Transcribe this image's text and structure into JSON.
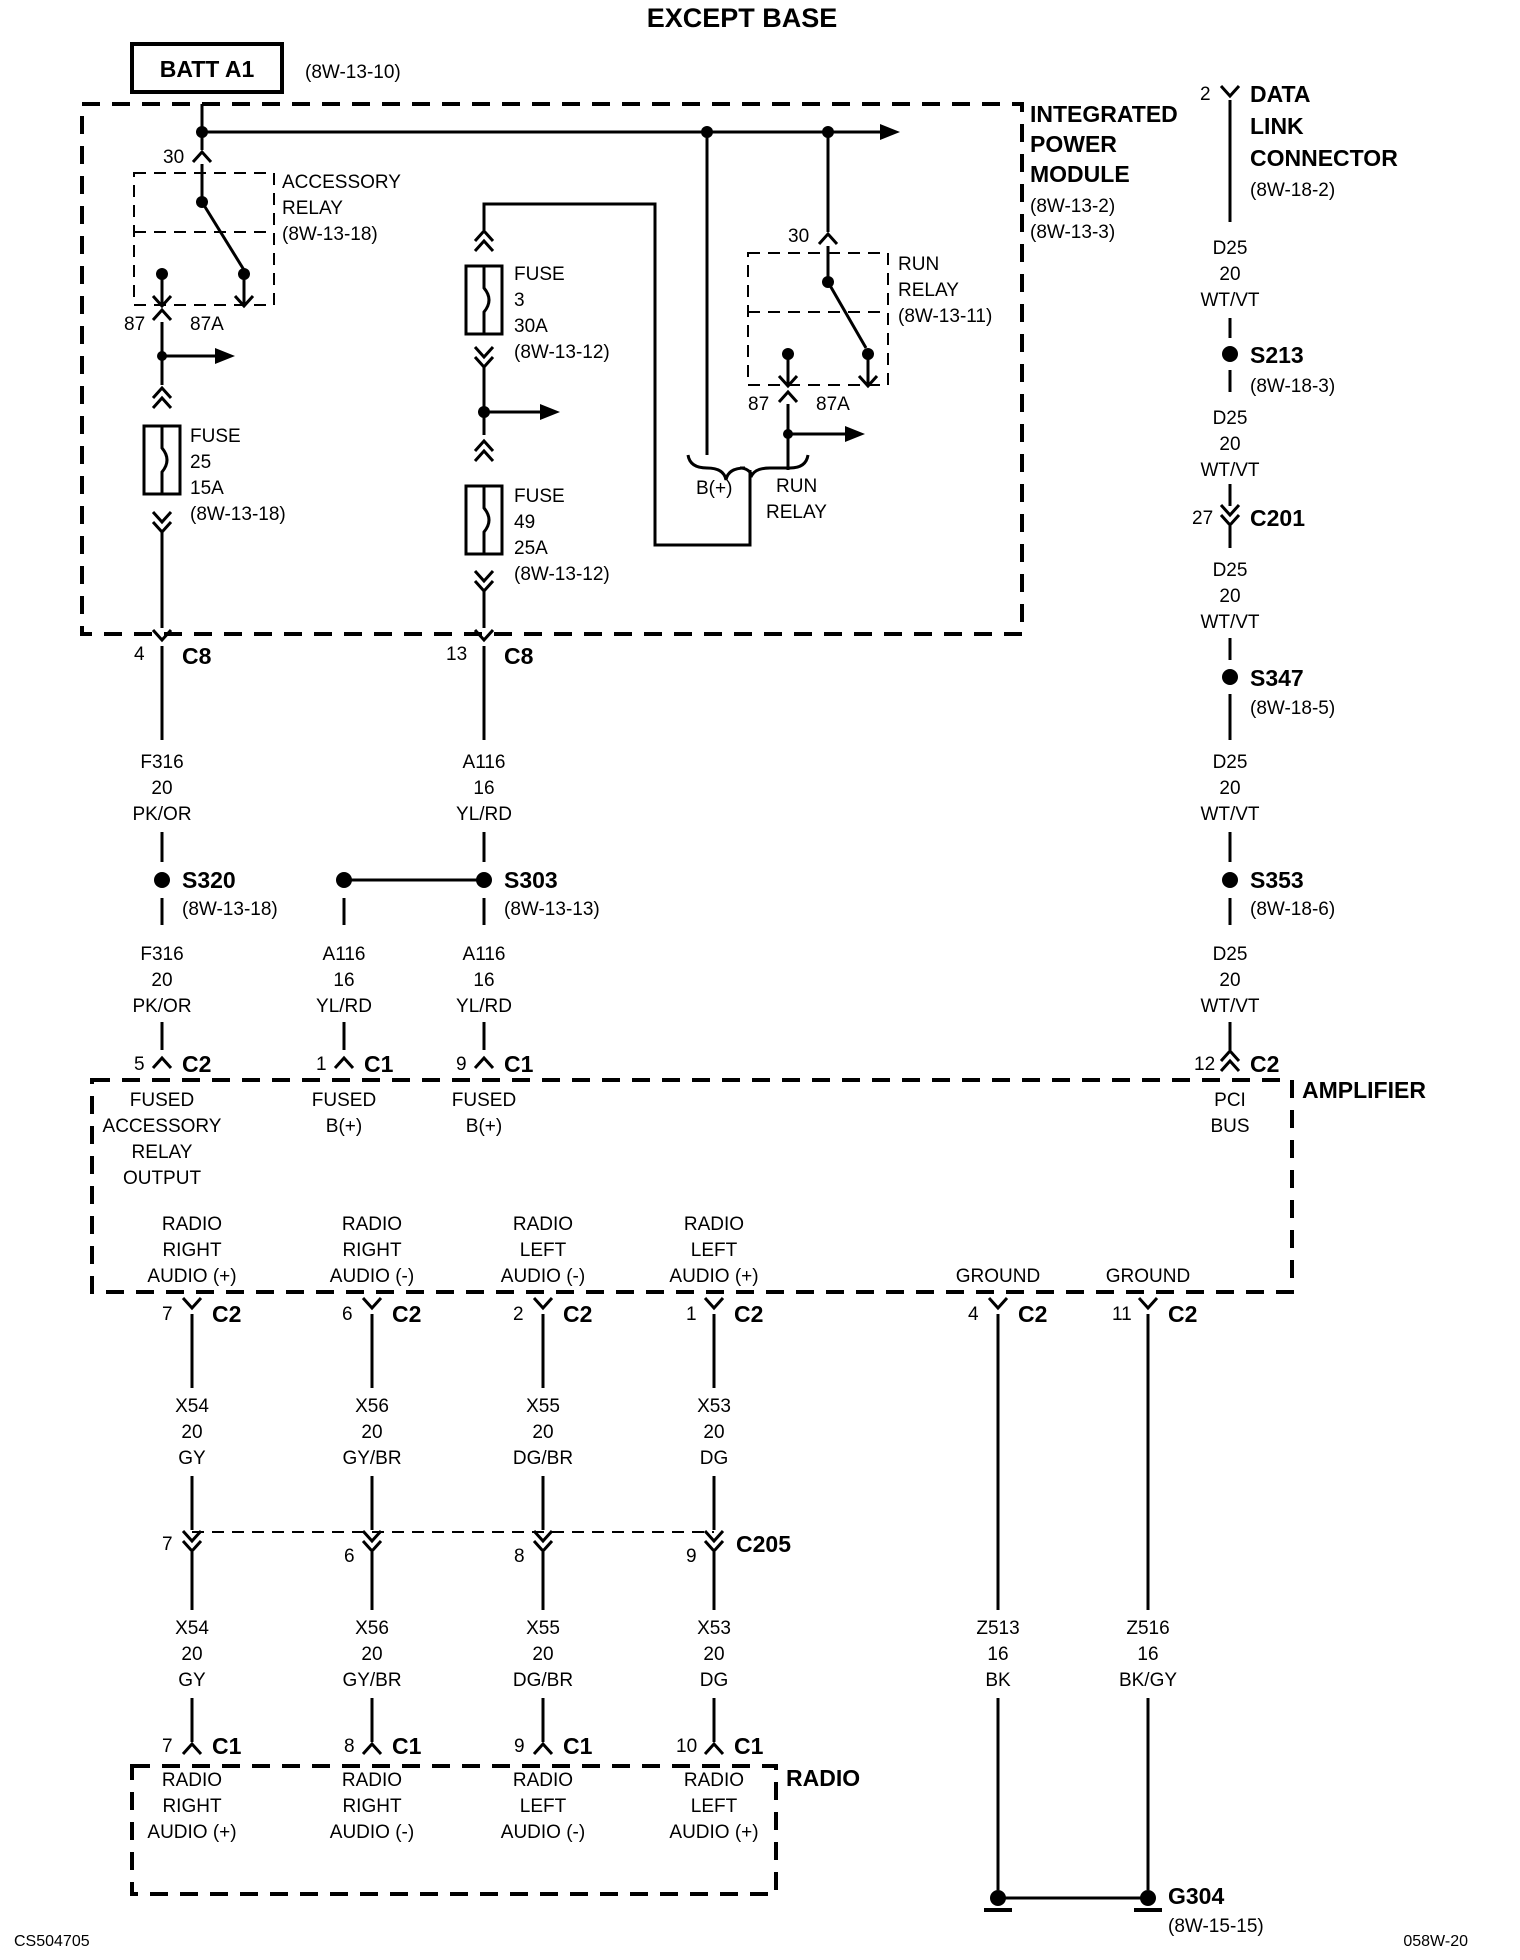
{
  "title": "EXCEPT BASE",
  "batt": {
    "label": "BATT A1",
    "ref": "(8W-13-10)"
  },
  "ipm": {
    "l1": "INTEGRATED",
    "l2": "POWER",
    "l3": "MODULE",
    "r1": "(8W-13-2)",
    "r2": "(8W-13-3)"
  },
  "dlc": {
    "pin": "2",
    "l1": "DATA",
    "l2": "LINK",
    "l3": "CONNECTOR",
    "ref": "(8W-18-2)"
  },
  "acc_relay": {
    "pin30": "30",
    "l1": "ACCESSORY",
    "l2": "RELAY",
    "ref": "(8W-13-18)",
    "pin87": "87",
    "pin87a": "87A"
  },
  "run_relay": {
    "pin30": "30",
    "l1": "RUN",
    "l2": "RELAY",
    "ref": "(8W-13-11)",
    "pin87": "87",
    "pin87a": "87A",
    "b": "B(+)",
    "rr1": "RUN",
    "rr2": "RELAY"
  },
  "fuse25": {
    "l1": "FUSE",
    "l2": "25",
    "l3": "15A",
    "ref": "(8W-13-18)"
  },
  "fuse3": {
    "l1": "FUSE",
    "l2": "3",
    "l3": "30A",
    "ref": "(8W-13-12)"
  },
  "fuse49": {
    "l1": "FUSE",
    "l2": "49",
    "l3": "25A",
    "ref": "(8W-13-12)"
  },
  "c8a": {
    "pin": "4",
    "name": "C8"
  },
  "c8b": {
    "pin": "13",
    "name": "C8"
  },
  "w_f316a": {
    "c": "F316",
    "g": "20",
    "col": "PK/OR"
  },
  "w_a116a": {
    "c": "A116",
    "g": "16",
    "col": "YL/RD"
  },
  "s320": {
    "name": "S320",
    "ref": "(8W-13-18)"
  },
  "s303": {
    "name": "S303",
    "ref": "(8W-13-13)"
  },
  "w_f316b": {
    "c": "F316",
    "g": "20",
    "col": "PK/OR"
  },
  "w_a116b": {
    "c": "A116",
    "g": "16",
    "col": "YL/RD"
  },
  "w_a116c": {
    "c": "A116",
    "g": "16",
    "col": "YL/RD"
  },
  "dlc_w1": {
    "c": "D25",
    "g": "20",
    "col": "WT/VT"
  },
  "s213": {
    "name": "S213",
    "ref": "(8W-18-3)"
  },
  "dlc_w2": {
    "c": "D25",
    "g": "20",
    "col": "WT/VT"
  },
  "c201": {
    "pin": "27",
    "name": "C201"
  },
  "dlc_w3": {
    "c": "D25",
    "g": "20",
    "col": "WT/VT"
  },
  "s347": {
    "name": "S347",
    "ref": "(8W-18-5)"
  },
  "dlc_w4": {
    "c": "D25",
    "g": "20",
    "col": "WT/VT"
  },
  "s353": {
    "name": "S353",
    "ref": "(8W-18-6)"
  },
  "dlc_w5": {
    "c": "D25",
    "g": "20",
    "col": "WT/VT"
  },
  "amp": {
    "name": "AMPLIFIER",
    "top": [
      {
        "pin": "5",
        "conn": "C2",
        "lines": [
          "FUSED",
          "ACCESSORY",
          "RELAY",
          "OUTPUT"
        ]
      },
      {
        "pin": "1",
        "conn": "C1",
        "lines": [
          "FUSED",
          "B(+)"
        ]
      },
      {
        "pin": "9",
        "conn": "C1",
        "lines": [
          "FUSED",
          "B(+)"
        ]
      },
      {
        "pin": "12",
        "conn": "C2",
        "lines": [
          "PCI",
          "BUS"
        ]
      }
    ],
    "bottom": [
      {
        "pin": "7",
        "conn": "C2",
        "lines": [
          "RADIO",
          "RIGHT",
          "AUDIO (+)"
        ]
      },
      {
        "pin": "6",
        "conn": "C2",
        "lines": [
          "RADIO",
          "RIGHT",
          "AUDIO (-)"
        ]
      },
      {
        "pin": "2",
        "conn": "C2",
        "lines": [
          "RADIO",
          "LEFT",
          "AUDIO (-)"
        ]
      },
      {
        "pin": "1",
        "conn": "C2",
        "lines": [
          "RADIO",
          "LEFT",
          "AUDIO (+)"
        ]
      },
      {
        "pin": "4",
        "conn": "C2",
        "lines": [
          "GROUND"
        ]
      },
      {
        "pin": "11",
        "conn": "C2",
        "lines": [
          "GROUND"
        ]
      }
    ]
  },
  "audio_wires_upper": [
    {
      "c": "X54",
      "g": "20",
      "col": "GY"
    },
    {
      "c": "X56",
      "g": "20",
      "col": "GY/BR"
    },
    {
      "c": "X55",
      "g": "20",
      "col": "DG/BR"
    },
    {
      "c": "X53",
      "g": "20",
      "col": "DG"
    }
  ],
  "c205": {
    "name": "C205",
    "pins": [
      "7",
      "6",
      "8",
      "9"
    ]
  },
  "audio_wires_lower": [
    {
      "c": "X54",
      "g": "20",
      "col": "GY"
    },
    {
      "c": "X56",
      "g": "20",
      "col": "GY/BR"
    },
    {
      "c": "X55",
      "g": "20",
      "col": "DG/BR"
    },
    {
      "c": "X53",
      "g": "20",
      "col": "DG"
    }
  ],
  "ground_wires": [
    {
      "c": "Z513",
      "g": "16",
      "col": "BK"
    },
    {
      "c": "Z516",
      "g": "16",
      "col": "BK/GY"
    }
  ],
  "radio": {
    "name": "RADIO",
    "pins": [
      {
        "pin": "7",
        "conn": "C1",
        "lines": [
          "RADIO",
          "RIGHT",
          "AUDIO (+)"
        ]
      },
      {
        "pin": "8",
        "conn": "C1",
        "lines": [
          "RADIO",
          "RIGHT",
          "AUDIO (-)"
        ]
      },
      {
        "pin": "9",
        "conn": "C1",
        "lines": [
          "RADIO",
          "LEFT",
          "AUDIO (-)"
        ]
      },
      {
        "pin": "10",
        "conn": "C1",
        "lines": [
          "RADIO",
          "LEFT",
          "AUDIO (+)"
        ]
      }
    ]
  },
  "g304": {
    "name": "G304",
    "ref": "(8W-15-15)"
  },
  "footer": {
    "left": "CS504705",
    "right": "058W-20"
  }
}
